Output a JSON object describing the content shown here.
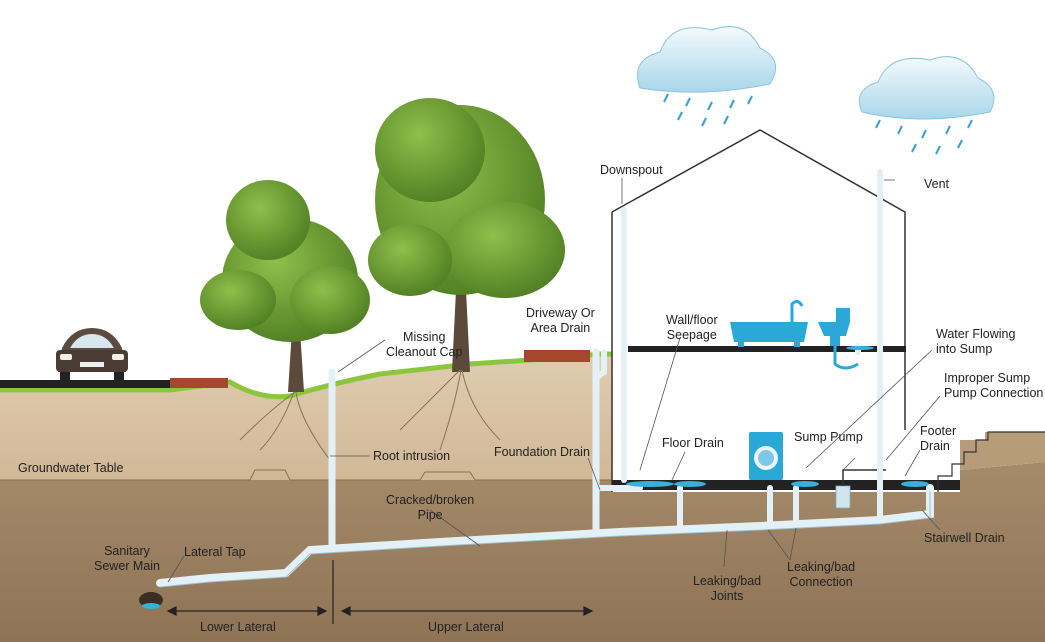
{
  "labels": {
    "downspout": "Downspout",
    "vent": "Vent",
    "driveway_drain": "Driveway Or\nArea Drain",
    "wall_seepage": "Wall/floor\nSeepage",
    "water_into_sump": "Water Flowing\ninto Sump",
    "improper_sump": "Improper Sump\nPump Connection",
    "missing_cleanout": "Missing\nCleanout Cap",
    "root_intrusion": "Root intrusion",
    "foundation_drain": "Foundation Drain",
    "floor_drain": "Floor Drain",
    "sump_pump": "Sump Pump",
    "footer_drain": "Footer\nDrain",
    "groundwater_table": "Groundwater Table",
    "cracked_pipe": "Cracked/broken\nPipe",
    "stairwell_drain": "Stairwell Drain",
    "sanitary_sewer_main": "Sanitary\nSewer Main",
    "lateral_tap": "Lateral Tap",
    "leaking_joints": "Leaking/bad\nJoints",
    "leaking_connection": "Leaking/bad\nConnection",
    "lower_lateral": "Lower Lateral",
    "upper_lateral": "Upper Lateral"
  },
  "colors": {
    "soil_upper": "#d9c3a3",
    "soil_lower": "#9c8262",
    "grass": "#8cc63f",
    "pipe": "#dfeff6",
    "water": "#3ab0d9",
    "tree": "#5e8f2c",
    "slab": "#222222"
  }
}
